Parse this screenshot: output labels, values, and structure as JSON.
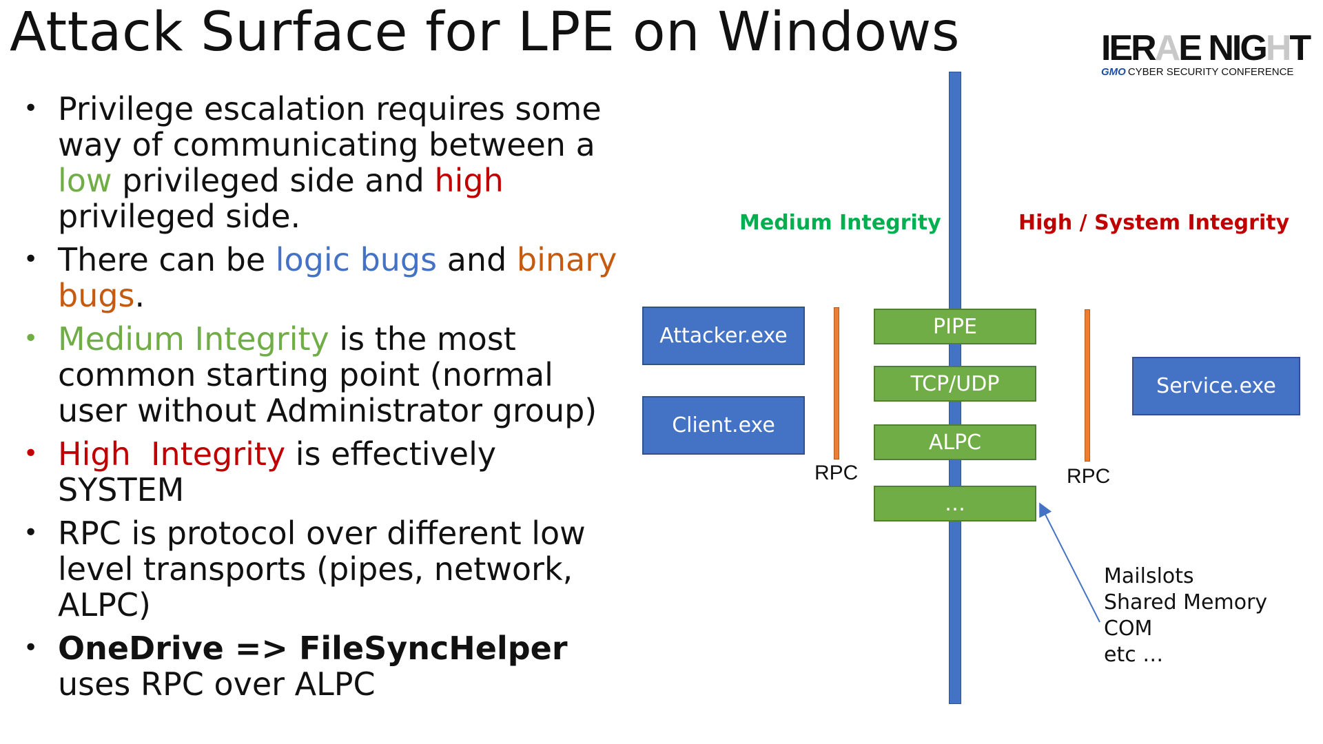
{
  "slide": {
    "title": "Attack Surface for LPE on Windows"
  },
  "logo": {
    "main_a": "IER",
    "main_ghost_a": "A",
    "main_b": "E NIG",
    "main_ghost_b": "H",
    "main_c": "T",
    "sub_brand": "GMO",
    "sub_text": "CYBER SECURITY CONFERENCE"
  },
  "bullets": {
    "b1": {
      "t1": "Privilege escalation requires some way of communicating between a ",
      "low": "low",
      "t2": " privileged side and ",
      "high": "high",
      "t3": " privileged side."
    },
    "b2": {
      "t1": "There can be ",
      "logic": "logic bugs",
      "t2": " and ",
      "binary": "binary bugs",
      "t3": "."
    },
    "b3": {
      "medium": "Medium Integrity",
      "t1": " is the most common starting point (normal user without Administrator group)"
    },
    "b4": {
      "high": "High  Integrity",
      "t1": " is effectively SYSTEM"
    },
    "b5": {
      "t1": "RPC is protocol over different low level transports (pipes, network, ALPC)"
    },
    "b6": {
      "bold": "OneDrive => FileSyncHelper",
      "t1": " uses RPC over ALPC"
    }
  },
  "diagram": {
    "medium_label": "Medium Integrity",
    "high_label": "High / System Integrity",
    "processes": {
      "attacker": "Attacker.exe",
      "client": "Client.exe",
      "service": "Service.exe"
    },
    "transports": [
      "PIPE",
      "TCP/UDP",
      "ALPC",
      "…"
    ],
    "rpc_left": "RPC",
    "rpc_right": "RPC",
    "other_mechanisms": [
      "Mailslots",
      "Shared Memory",
      "COM",
      "etc …"
    ]
  },
  "colors": {
    "medium": "#00b050",
    "high": "#c00000",
    "process_blue": "#4472c4",
    "transport_green": "#70ad47",
    "rpc_orange": "#ed7d31"
  }
}
